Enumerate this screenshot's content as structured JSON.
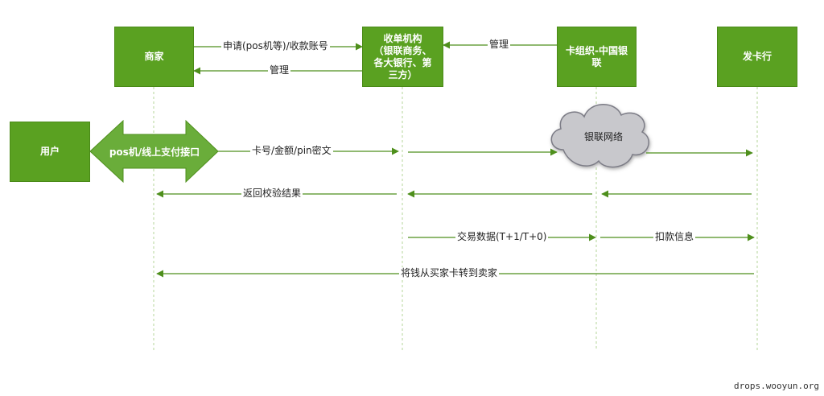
{
  "actors": {
    "merchant": "商家",
    "acquirer": "收单机构\n（银联商务、\n各大银行、第\n三方）",
    "card_org": "卡组织-中国银\n联",
    "issuer": "发卡行",
    "user": "用户",
    "pos": "pos机/线上支付接口",
    "network": "银联网络"
  },
  "messages": {
    "apply": "申请(pos机等)/收款账号",
    "manage_acq": "管理",
    "manage_org": "管理",
    "card_info": "卡号/金额/pin密文",
    "verify_result": "返回校验结果",
    "trade_data": "交易数据(T+1/T+0)",
    "deduct_info": "扣款信息",
    "transfer": "将钱从买家卡转到卖家"
  },
  "footer": {
    "watermark": "drops.wooyun.org"
  },
  "colors": {
    "box": "#5aa121",
    "line": "#4e8f1c",
    "lifeline": "#b5d49a",
    "cloud": "#c8c8cc"
  }
}
